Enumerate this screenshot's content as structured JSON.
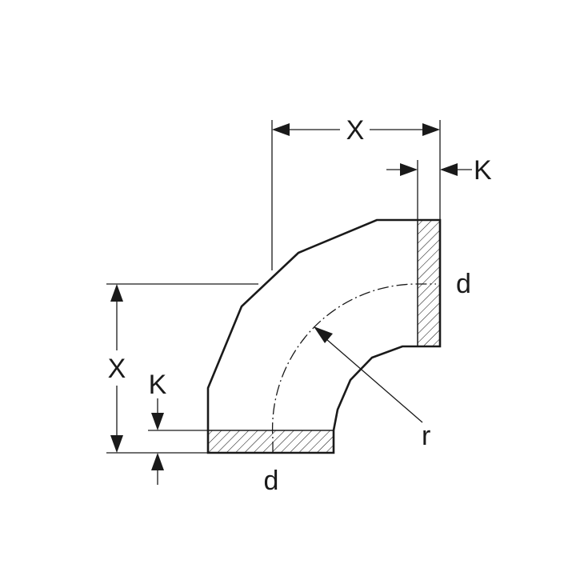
{
  "diagram": {
    "labels": {
      "x_top": "X",
      "k_top": "K",
      "d_right": "d",
      "r": "r",
      "x_left": "X",
      "k_left": "K",
      "d_bottom": "d"
    },
    "colors": {
      "line": "#1a1a1a",
      "background": "#ffffff"
    }
  }
}
